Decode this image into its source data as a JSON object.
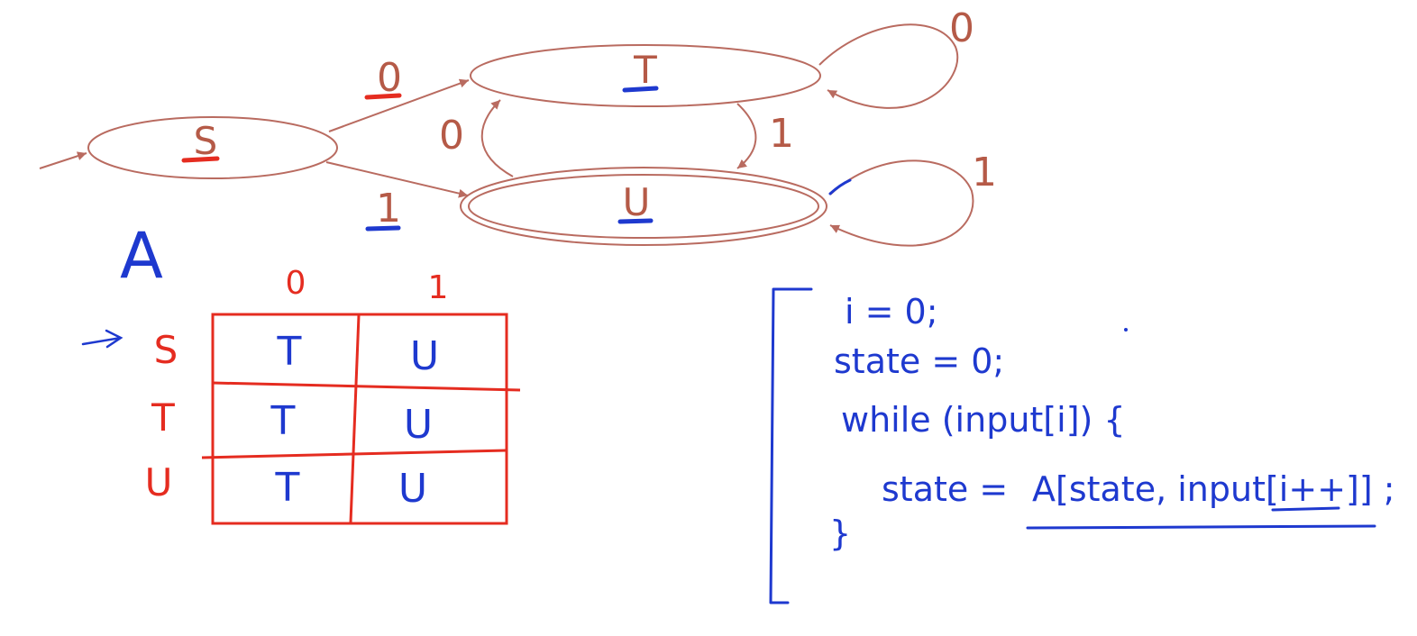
{
  "colors": {
    "automaton": "#b96b60",
    "automaton_text": "#b55a47",
    "red_ink": "#e52c20",
    "blue_ink": "#1e39cf"
  },
  "automaton": {
    "states": {
      "S": "S",
      "T": "T",
      "U": "U"
    },
    "edges": {
      "s_to_t": "0",
      "s_to_u": "1",
      "t_to_t": "0",
      "t_to_u": "1",
      "u_to_t": "0",
      "u_to_u": "1"
    },
    "accepting_state": "U",
    "start_state": "S"
  },
  "table": {
    "name": "A",
    "columns": [
      "0",
      "1"
    ],
    "rows": [
      {
        "label": "S",
        "cells": [
          "T",
          "U"
        ]
      },
      {
        "label": "T",
        "cells": [
          "T",
          "U"
        ]
      },
      {
        "label": "U",
        "cells": [
          "T",
          "U"
        ]
      }
    ]
  },
  "code": {
    "line1": "i = 0;",
    "line2": "state = 0;",
    "line3": "while (input[i]) {",
    "line4_prefix": "state =",
    "line4_call": "A[state, input[i++]] ;",
    "line5": "}"
  }
}
